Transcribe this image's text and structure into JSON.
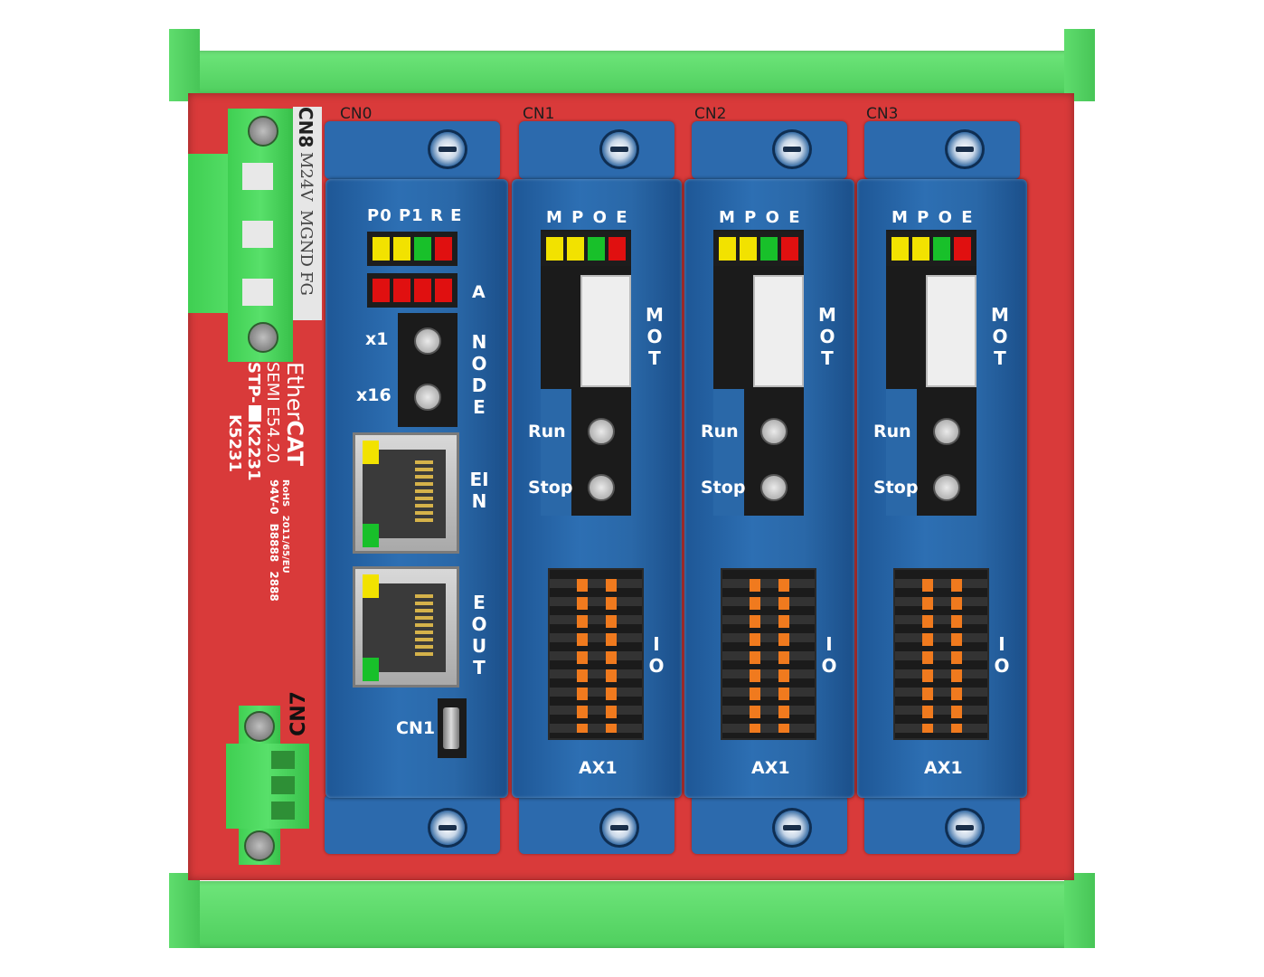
{
  "board": {
    "connectors_top": [
      "CN0",
      "CN1",
      "CN2",
      "CN3"
    ],
    "cn8": {
      "label": "CN8",
      "pins": [
        "M24V",
        "MGND",
        "FG"
      ]
    },
    "cn7": {
      "label": "CN7"
    },
    "silkscreen": {
      "brand_line1": "Ether",
      "brand_line2": "CAT",
      "semi": "SEMI E54.20",
      "model1": "STP-",
      "model2": "K2231",
      "model3": "K5231",
      "rohs": "RoHS",
      "eu": "2011/65/EU",
      "flame": "94V-0",
      "code1": "B8888",
      "code2": "2888"
    }
  },
  "cn0": {
    "led_labels": "P0 P1 R E",
    "row_a_label": "A",
    "x1": "x1",
    "x16": "x16",
    "node": "NODE",
    "ein": "EIN",
    "eout": "EOUT",
    "cn1": "CN1"
  },
  "axis_cards": [
    {
      "led_labels": "M P O E",
      "mot": "MOT",
      "run": "Run",
      "stop": "Stop",
      "io": "IO",
      "ax": "AX1"
    },
    {
      "led_labels": "M P O E",
      "mot": "MOT",
      "run": "Run",
      "stop": "Stop",
      "io": "IO",
      "ax": "AX1"
    },
    {
      "led_labels": "M P O E",
      "mot": "MOT",
      "run": "Run",
      "stop": "Stop",
      "io": "IO",
      "ax": "AX1"
    }
  ],
  "colors": {
    "rail": "#4fcf5e",
    "pcb": "#d93a3a",
    "card": "#2a68a8",
    "led_yellow": "#f2e200",
    "led_green": "#18c02a",
    "led_red": "#e01010",
    "terminal_orange": "#f07a1e"
  }
}
